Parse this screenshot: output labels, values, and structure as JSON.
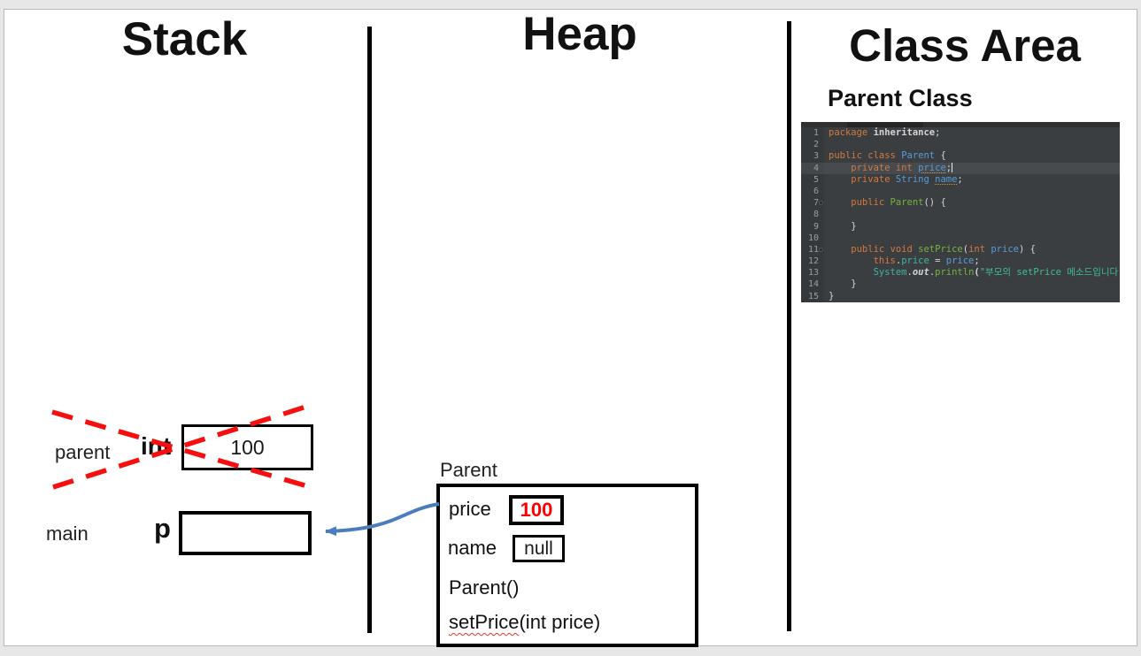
{
  "titles": {
    "stack": "Stack",
    "heap": "Heap",
    "class_area": "Class Area",
    "parent_class": "Parent Class"
  },
  "stack": {
    "frame_parent": {
      "scope": "parent",
      "var": "int",
      "value": "100",
      "crossed_out": true
    },
    "frame_main": {
      "scope": "main",
      "var": "p",
      "value": ""
    }
  },
  "heap": {
    "object_label": "Parent",
    "fields": [
      {
        "name": "price",
        "value": "100",
        "value_style": "red-bold"
      },
      {
        "name": "name",
        "value": "null",
        "value_style": "plain"
      }
    ],
    "methods": {
      "method1": "Parent()",
      "method2_name": "setPrice",
      "method2_args": "(int price)"
    }
  },
  "colors": {
    "cross_red": "#f50f0f",
    "arrow_blue": "#4a7dbd",
    "heap_value_red": "#ff0000",
    "editor_bg": "#3b3e41",
    "keyword_orange": "#d2793c",
    "type_blue": "#569cd6",
    "method_green": "#73b33e",
    "field_teal": "#3fb3a2",
    "string_green": "#3fbd92"
  },
  "code": {
    "lines": [
      {
        "n": "1",
        "tokens": [
          [
            "kw",
            "package"
          ],
          [
            "defb",
            " inheritance"
          ],
          [
            "def",
            ";"
          ]
        ]
      },
      {
        "n": "2",
        "tokens": []
      },
      {
        "n": "3",
        "tokens": [
          [
            "kw",
            "public class "
          ],
          [
            "type",
            "Parent"
          ],
          [
            "def",
            " {"
          ]
        ]
      },
      {
        "n": "4",
        "current": true,
        "cursor": true,
        "tokens": [
          [
            "kw",
            "    private int "
          ],
          [
            "varu",
            "price"
          ],
          [
            "def",
            ";"
          ]
        ]
      },
      {
        "n": "5",
        "tokens": [
          [
            "kw",
            "    private "
          ],
          [
            "type",
            "String"
          ],
          [
            "def",
            " "
          ],
          [
            "varu",
            "name"
          ],
          [
            "def",
            ";"
          ]
        ]
      },
      {
        "n": "6",
        "tokens": []
      },
      {
        "n": "7",
        "marker": true,
        "tokens": [
          [
            "kw",
            "    public "
          ],
          [
            "method",
            "Parent"
          ],
          [
            "def",
            "() {"
          ]
        ]
      },
      {
        "n": "8",
        "tokens": []
      },
      {
        "n": "9",
        "tokens": [
          [
            "def",
            "    }"
          ]
        ]
      },
      {
        "n": "10",
        "tokens": []
      },
      {
        "n": "11",
        "marker": true,
        "tokens": [
          [
            "kw",
            "    public void "
          ],
          [
            "method",
            "setPrice"
          ],
          [
            "def",
            "("
          ],
          [
            "kw",
            "int"
          ],
          [
            "var",
            " price"
          ],
          [
            "def",
            ") {"
          ]
        ]
      },
      {
        "n": "12",
        "tokens": [
          [
            "kw",
            "        this"
          ],
          [
            "def",
            "."
          ],
          [
            "field",
            "price"
          ],
          [
            "def",
            " = "
          ],
          [
            "var",
            "price"
          ],
          [
            "def",
            ";"
          ]
        ]
      },
      {
        "n": "13",
        "tokens": [
          [
            "field",
            "        System"
          ],
          [
            "def",
            "."
          ],
          [
            "defbi",
            "out"
          ],
          [
            "def",
            "."
          ],
          [
            "method",
            "println"
          ],
          [
            "defb",
            "("
          ],
          [
            "str",
            "\"부모의 setPrice 메소드입니다.\""
          ],
          [
            "defb",
            ")"
          ],
          [
            "def",
            ";"
          ]
        ]
      },
      {
        "n": "14",
        "tokens": [
          [
            "def",
            "    }"
          ]
        ]
      },
      {
        "n": "15",
        "tokens": [
          [
            "def",
            "}"
          ]
        ]
      }
    ]
  }
}
